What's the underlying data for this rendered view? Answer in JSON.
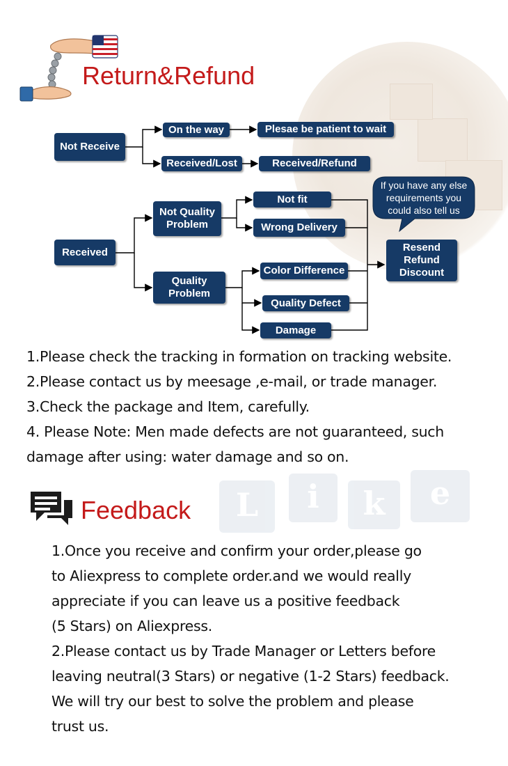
{
  "return_section": {
    "title": "Return&Refund",
    "icon": "hand-coins-icon"
  },
  "flowchart": {
    "not_receive": "Not Receive",
    "on_the_way": "On the way",
    "plesae_be_patient": "Plesae be patient to wait",
    "received_lost": "Received/Lost",
    "received_refund": "Received/Refund",
    "received": "Received",
    "not_quality_problem": "Not Quality\nProblem",
    "quality_problem": "Quality\nProblem",
    "not_fit": "Not fit",
    "wrong_delivery": "Wrong Delivery",
    "color_difference": "Color Difference",
    "quality_defect": "Quality Defect",
    "damage": "Damage",
    "resend_refund_discount": "Resend\nRefund\nDiscount",
    "speech_bubble": "If you have any else\nrequirements you\ncould also tell us",
    "box_color": "#163a66"
  },
  "instructions": [
    "1.Please check the tracking in formation on tracking website.",
    "2.Please contact us by meesage ,e-mail, or trade manager.",
    "3.Check the package and Item, carefully.",
    "4. Please Note: Men made defects are not guaranteed, such",
    "damage after using: water damage and so on."
  ],
  "feedback_section": {
    "title": "Feedback",
    "icon": "chat-bubbles-icon",
    "lines": [
      "1.Once you receive and confirm your order,please go",
      "to Aliexpress to complete order.and we would really",
      "appreciate if you can leave us a positive feedback",
      "(5 Stars) on Aliexpress.",
      "2.Please contact us by Trade Manager or Letters before",
      "leaving neutral(3 Stars) or negative (1-2 Stars) feedback.",
      "We will try our best to solve the problem and please",
      "trust us."
    ]
  },
  "background_like_letters": [
    "L",
    "i",
    "k",
    "e"
  ],
  "colors": {
    "title_red": "#c41a1a",
    "box_navy": "#163a66"
  }
}
